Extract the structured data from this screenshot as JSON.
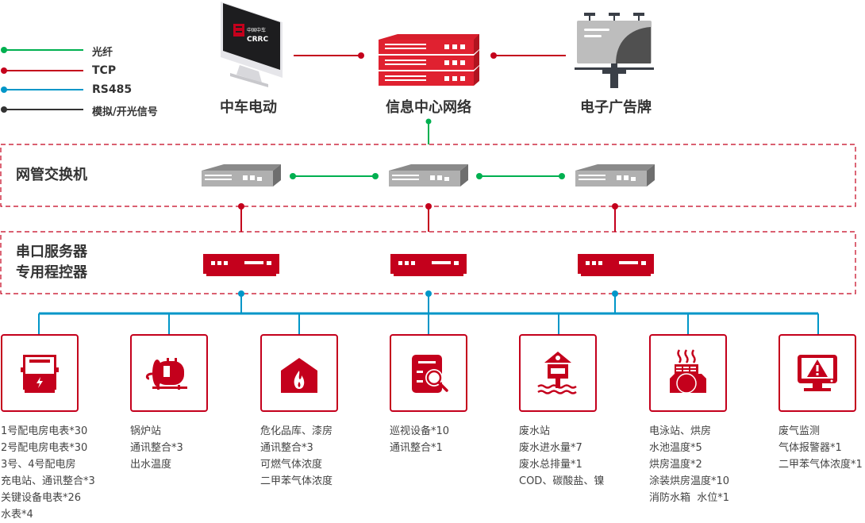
{
  "legend": [
    {
      "label": "光纤",
      "color": "#00b050"
    },
    {
      "label": "TCP",
      "color": "#c4001c"
    },
    {
      "label": "RS485",
      "color": "#0096c8"
    },
    {
      "label": "模拟/开光信号",
      "color": "#333333"
    }
  ],
  "top_nodes": {
    "left": {
      "label": "中车电动",
      "screen_logo_cn": "中国中车",
      "screen_logo_en": "CRRC"
    },
    "center": {
      "label": "信息中心网络"
    },
    "right": {
      "label": "电子广告牌"
    }
  },
  "bands": {
    "switch_band": {
      "label": "网管交换机"
    },
    "server_band": {
      "line1": "串口服务器",
      "line2": "专用程控器"
    }
  },
  "devices": [
    {
      "icon": "electric-meter-icon",
      "lines": [
        "1号配电房电表*30",
        "2号配电房电表*30",
        "3号、4号配电房",
        "充电站、通讯整合*3",
        "关键设备电表*26",
        "水表*4"
      ]
    },
    {
      "icon": "boiler-icon",
      "lines": [
        "锅炉站",
        "通讯整合*3",
        "出水温度"
      ]
    },
    {
      "icon": "fire-warehouse-icon",
      "lines": [
        "危化品库、漆房",
        "通讯整合*3",
        "可燃气体浓度",
        "二甲苯气体浓度"
      ]
    },
    {
      "icon": "inspection-document-icon",
      "lines": [
        "巡视设备*10",
        "通讯整合*1"
      ]
    },
    {
      "icon": "water-station-icon",
      "lines": [
        "废水站",
        "废水进水量*7",
        "废水总排量*1",
        "COD、碳酸盐、镍"
      ]
    },
    {
      "icon": "drying-room-icon",
      "lines": [
        "电泳站、烘房",
        "水池温度*5",
        "烘房温度*2",
        "涂装烘房温度*10",
        "消防水箱  水位*1"
      ]
    },
    {
      "icon": "alarm-monitor-icon",
      "lines": [
        "废气监测",
        "气体报警器*1",
        "二甲苯气体浓度*1"
      ]
    }
  ],
  "colors": {
    "red": "#c4001c",
    "green": "#00b050",
    "blue": "#0096c8",
    "dark": "#333333",
    "gray": "#a8a8a8"
  }
}
